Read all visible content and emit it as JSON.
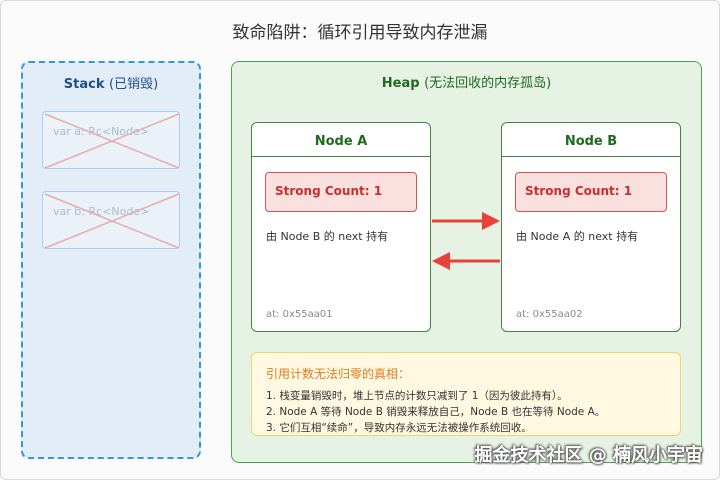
{
  "title": "致命陷阱：循环引用导致内存泄漏",
  "stack": {
    "title": "Stack",
    "subtitle": "(已销毁)",
    "vars": [
      "var a: Rc<Node>",
      "var b: Rc<Node>"
    ]
  },
  "heap": {
    "title": "Heap",
    "subtitle": "(无法回收的内存孤岛)",
    "nodes": [
      {
        "name": "Node A",
        "strong": "Strong Count: 1",
        "owner": "由 Node B 的 next 持有",
        "addr": "at: 0x55aa01"
      },
      {
        "name": "Node B",
        "strong": "Strong Count: 1",
        "owner": "由 Node A 的 next 持有",
        "addr": "at: 0x55aa02"
      }
    ]
  },
  "explanation": {
    "title": "引用计数无法归零的真相：",
    "lines": [
      "1. 栈变量销毁时，堆上节点的计数只减到了 1（因为彼此持有）。",
      "2. Node A 等待 Node B 销毁来释放自己，Node B 也在等待 Node A。",
      "3. 它们互相“续命”，导致内存永远无法被操作系统回收。"
    ]
  },
  "watermark": "掘金技术社区 @ 楠风小宇宙",
  "colors": {
    "stack_border": "#2f9ad6",
    "heap_border": "#4aa544",
    "strong_border": "#d9534f",
    "arrow": "#e8413a",
    "note_border": "#f1d56b"
  },
  "icons": [
    "cross-out-icon",
    "arrow-right-icon",
    "arrow-left-icon"
  ]
}
